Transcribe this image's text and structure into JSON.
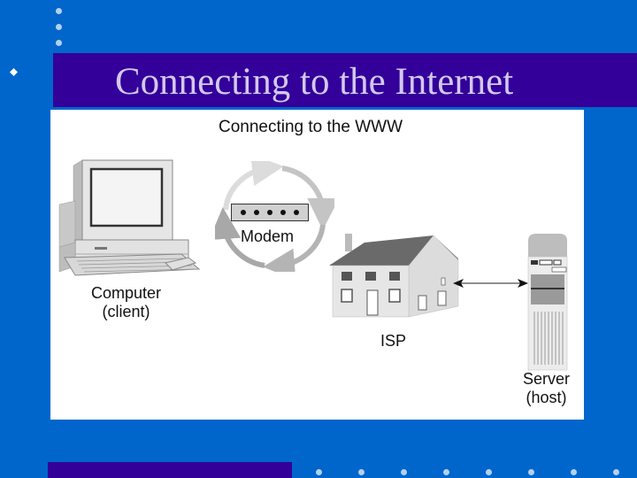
{
  "slide": {
    "title": "Connecting to the Internet",
    "colors": {
      "background": "#0066cc",
      "title_bar": "#330099",
      "title_text": "#d3c8ee",
      "dots": "#b3d1f0",
      "figure_bg": "#ffffff"
    }
  },
  "figure": {
    "heading": "Connecting to the WWW",
    "computer": {
      "label_line1": "Computer",
      "label_line2": "(client)"
    },
    "modem": {
      "label": "Modem",
      "lights": 5
    },
    "isp": {
      "label": "ISP"
    },
    "server": {
      "label_line1": "Server",
      "label_line2": "(host)"
    },
    "connection": "bidirectional-arrow"
  },
  "decorations": {
    "top_dots": 3,
    "bottom_dots": 8,
    "bullet": "diamond-icon"
  }
}
